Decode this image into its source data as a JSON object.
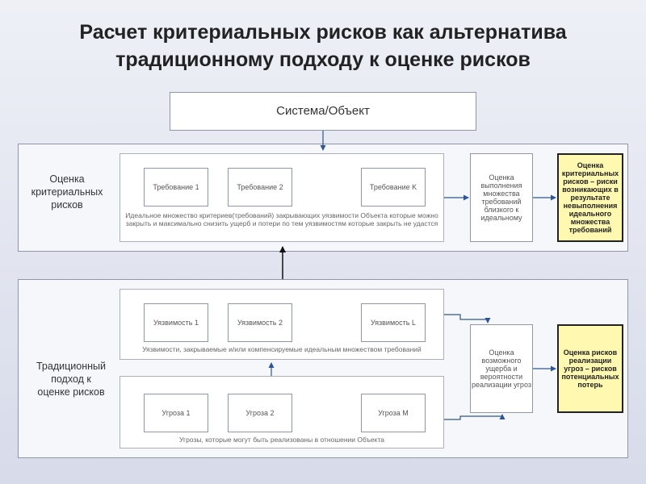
{
  "title": {
    "line1": "Расчет критериальных рисков как альтернатива",
    "line2": "традиционному подходу к оценке рисков"
  },
  "top_box": "Система/Объект",
  "criteria_panel": {
    "label": "Оценка\nкритериальных\nрисков",
    "requirements": [
      "Требование 1",
      "Требование 2",
      "Требование K"
    ],
    "caption": "Идеальное множество критериев(требований) закрывающих уязвимости Объекта которые можно закрыть и максимально снизить ущерб и потери по тем уязвимостям которые закрыть не удастся",
    "assessment": "Оценка\nвыполнения\nмножества\nтребований\nблизкого к\nидеальному",
    "result": "Оценка\nкритериальных\nрисков – риски\nвозникающих в\nрезультате\nневыполнения\nидеального\nмножества\nтребований"
  },
  "traditional_panel": {
    "label": "Традиционный\nподход к\nоценке рисков",
    "vulnerabilities": [
      "Уязвимость 1",
      "Уязвимость 2",
      "Уязвимость L"
    ],
    "vuln_caption": "Уязвимости, закрываемые и/или компенсируемые  идеальным множеством требований",
    "threats": [
      "Угроза 1",
      "Угроза 2",
      "Угроза M"
    ],
    "threat_caption": "Угрозы, которые могут быть реализованы  в отношении Объекта",
    "assessment": "Оценка\nвозможного\nущерба и\nвероятности\nреализации угроз",
    "result": "Оценка рисков\nреализации\nугроз – рисков\nпотенциальных\nпотерь"
  },
  "colors": {
    "arrow": "#2f5597",
    "result_fill": "#fff8b0"
  }
}
